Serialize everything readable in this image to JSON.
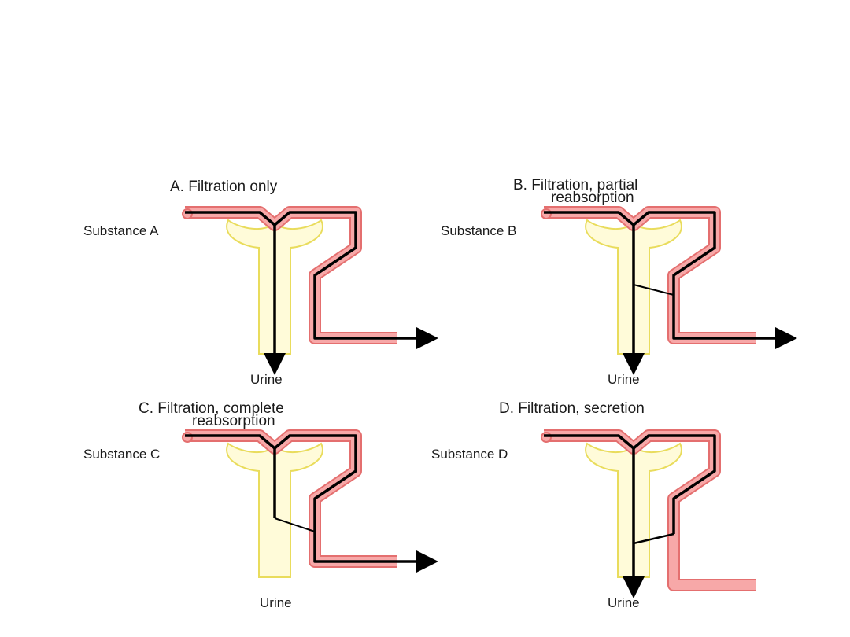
{
  "colors": {
    "vessel_fill": "#f7a8a8",
    "vessel_edge": "#e46f6f",
    "tubule_fill": "#fffbd9",
    "tubule_edge": "#e9dc5c",
    "flow_line": "#000000"
  },
  "panels": [
    {
      "key": "A",
      "title": [
        "A. Filtration only"
      ],
      "substance": "Substance A",
      "outlet": "Urine",
      "mode": "filtration-only"
    },
    {
      "key": "B",
      "title": [
        "B. Filtration, partial",
        "reabsorption"
      ],
      "substance": "Substance B",
      "outlet": "Urine",
      "mode": "partial-reabsorption"
    },
    {
      "key": "C",
      "title": [
        "C. Filtration, complete",
        "reabsorption"
      ],
      "substance": "Substance C",
      "outlet": "Urine",
      "mode": "complete-reabsorption"
    },
    {
      "key": "D",
      "title": [
        "D. Filtration, secretion"
      ],
      "substance": "Substance D",
      "outlet": "Urine",
      "mode": "secretion"
    }
  ]
}
